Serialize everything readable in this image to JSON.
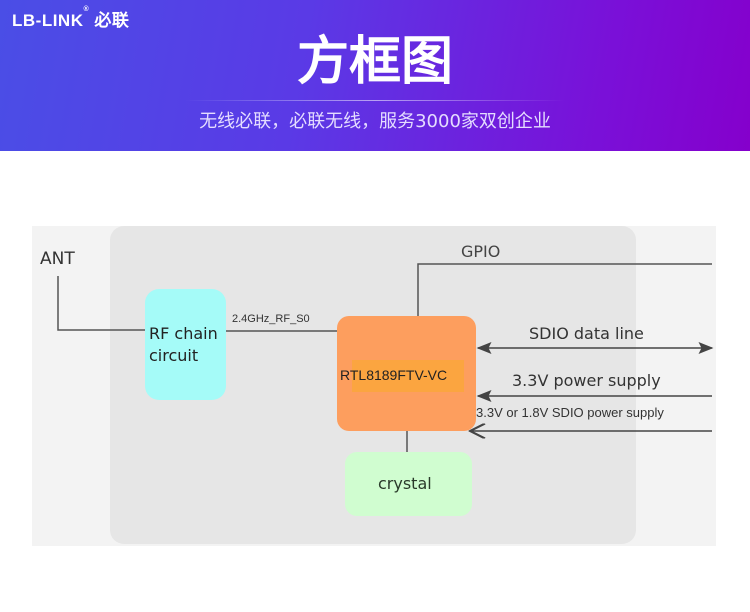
{
  "header": {
    "brand": "LB-LINK",
    "brand_cn": "必联",
    "title": "方框图",
    "subtitle": "无线必联，必联无线，服务3000家双创企业"
  },
  "diagram": {
    "antenna_label": "ANT",
    "rf_block": {
      "line1": "RF chain",
      "line2": "circuit"
    },
    "rf_signal_label": "2.4GHz_RF_S0",
    "chip_label": "RTL8189FTV-VC",
    "crystal_label": "crystal",
    "gpio_label": "GPIO",
    "sdio_data_label": "SDIO data line",
    "power_label": "3.3V power supply",
    "sdio_power_label": "3.3V or 1.8V SDIO power supply"
  },
  "colors": {
    "rf_block": "#a5fbf8",
    "chip_block": "#fd9e5e",
    "crystal_block": "#d0fdd0",
    "banner_start": "#4a4ee6",
    "banner_end": "#8500cc"
  }
}
